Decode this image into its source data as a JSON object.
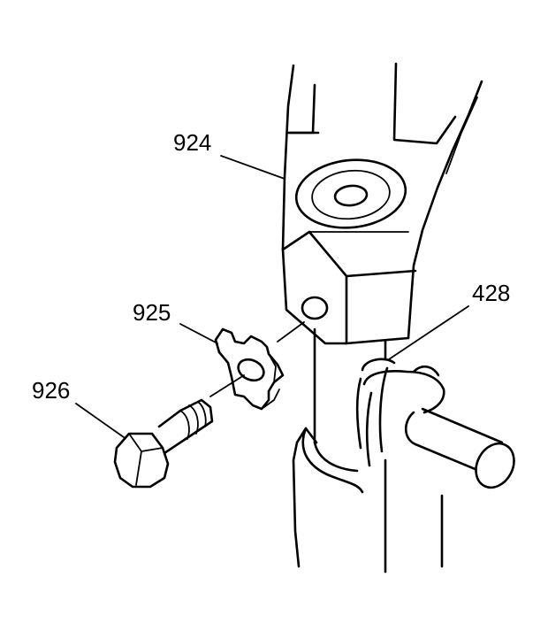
{
  "callouts": {
    "shaft": "924",
    "clip": "925",
    "bolt": "926",
    "component": "428"
  }
}
